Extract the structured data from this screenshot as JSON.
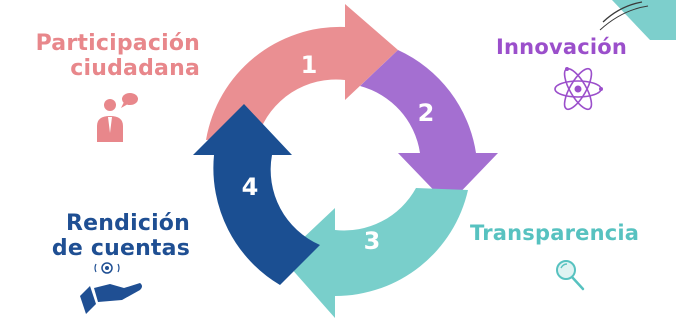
{
  "labels": {
    "participacion_line1": "Participación",
    "participacion_line2": "ciudadana",
    "innovacion": "Innovación",
    "rendicion_line1": "Rendición",
    "rendicion_line2": "de cuentas",
    "transparencia": "Transparencia"
  },
  "cycle": [
    {
      "step": "1",
      "color": "#ea8f92",
      "topic": "Participación ciudadana"
    },
    {
      "step": "2",
      "color": "#a46fd1",
      "topic": "Innovación"
    },
    {
      "step": "3",
      "color": "#79cfcb",
      "topic": "Transparencia"
    },
    {
      "step": "4",
      "color": "#1b4f92",
      "topic": "Rendición de cuentas"
    }
  ],
  "colors": {
    "pink": "#e8878b",
    "purple": "#9b4fcb",
    "teal": "#57c2c0",
    "navy": "#1f4f93",
    "corner_accent": "#6fcac6"
  },
  "icons": [
    "citizen-speaking-icon",
    "atom-icon",
    "magnifier-icon",
    "hand-coin-icon"
  ]
}
